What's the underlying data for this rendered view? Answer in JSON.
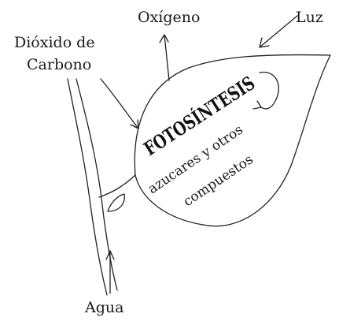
{
  "labels": {
    "oxygen": "Oxígeno",
    "light": "Luz",
    "co2_line1": "Dióxido de",
    "co2_line2": "Carbono",
    "water": "Agua"
  },
  "leaf_text": {
    "process": "FOTOSÍNTESIS",
    "product_line1": "azucares y otros",
    "product_line2": "compuestos"
  }
}
